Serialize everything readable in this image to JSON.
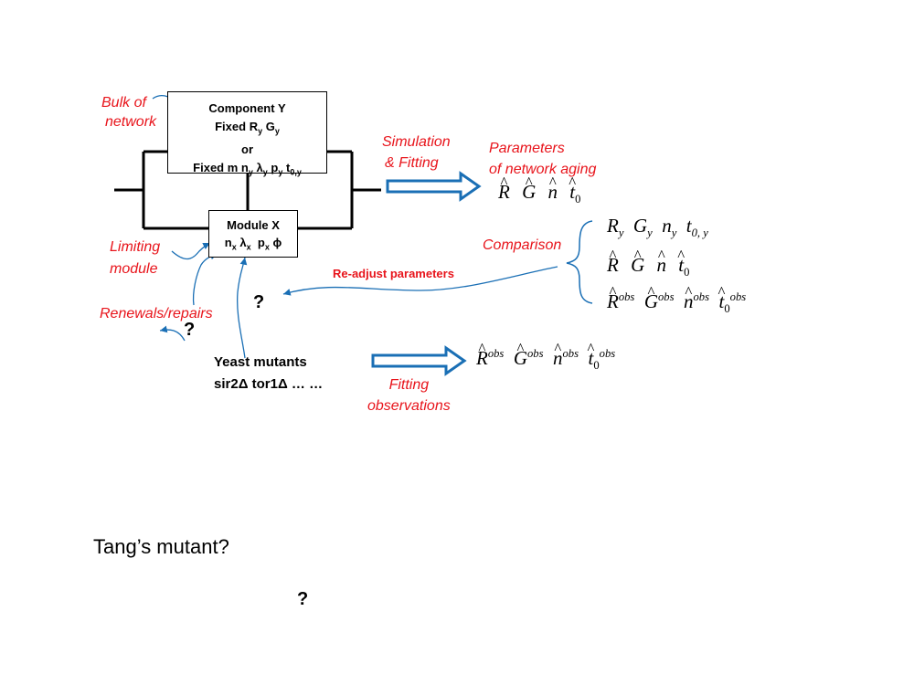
{
  "componentY": {
    "title": "Component Y",
    "fixed_label": "Fixed",
    "R": "R",
    "R_sub": "y",
    "G": "G",
    "G_sub": "y",
    "or": "or",
    "m_n": "m n",
    "n_sub": "y",
    "lambda": "λ",
    "lambda_sub": "y",
    "p": "p",
    "p_sub": "y",
    "t": "t",
    "t_sub": "0,y"
  },
  "moduleX": {
    "title": "Module X",
    "n": "n",
    "n_sub": "x",
    "lambda": "λ",
    "lambda_sub": "x",
    "p": "p",
    "p_sub": "x",
    "phi": "ϕ"
  },
  "labels": {
    "bulk_line1": "Bulk of",
    "bulk_line2": "network",
    "limiting_line1": "Limiting",
    "limiting_line2": "module",
    "renewals": "Renewals/repairs",
    "simulation_line1": "Simulation",
    "simulation_line2": "& Fitting",
    "parameters_line1": "Parameters",
    "parameters_line2": "of network aging",
    "comparison": "Comparison",
    "readjust": "Re-adjust parameters",
    "fitting_line1": "Fitting",
    "fitting_line2": "observations"
  },
  "mutants": {
    "line1": "Yeast mutants",
    "line2": "sir2Δ tor1Δ  … …"
  },
  "math": {
    "R": "R",
    "G": "G",
    "n": "n",
    "t": "t",
    "zero": "0",
    "y": "y",
    "t0y": "0, y",
    "obs": "obs"
  },
  "questions": {
    "q1": "?",
    "q2": "?",
    "q3": "?"
  },
  "tang": "Tang’s mutant?",
  "colors": {
    "label_red": "#e8141b",
    "arrow_blue": "#1a6fb5",
    "line_black": "#000000"
  },
  "icons": [
    "hollow-right-arrow-icon",
    "curved-arrow-icon",
    "curly-brace-icon"
  ]
}
